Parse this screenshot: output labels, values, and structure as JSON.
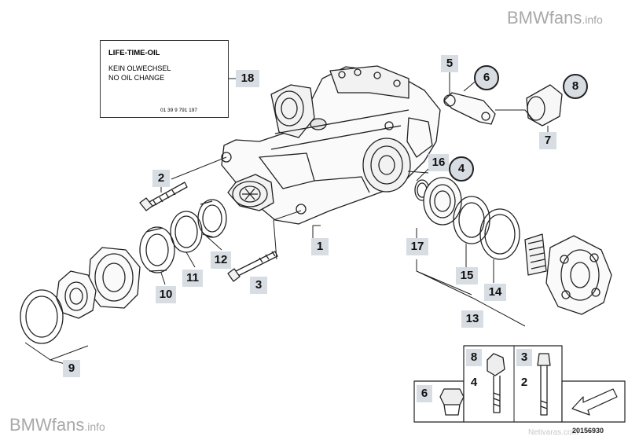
{
  "watermark": {
    "top_brand": "BMWfans",
    "top_suffix": ".info",
    "bottom_brand": "BMWfans",
    "bottom_suffix": ".info",
    "bottom_right": "Netivaras.com"
  },
  "oil_label": {
    "title": "LIFE-TIME-OIL",
    "line1": "KEIN OLWECHSEL",
    "line2": "NO OIL CHANGE",
    "part_number": "01 39 9 791 197"
  },
  "callouts": {
    "c1": "1",
    "c2": "2",
    "c3": "3",
    "c5": "5",
    "c7": "7",
    "c9": "9",
    "c10": "10",
    "c11": "11",
    "c12": "12",
    "c13": "13",
    "c14": "14",
    "c15": "15",
    "c16": "16",
    "c17": "17",
    "c18": "18"
  },
  "circled": {
    "c4": "4",
    "c6": "6",
    "c8": "8"
  },
  "fastener_legend": {
    "col1_top": "8",
    "col1_bottom": "4",
    "col2_top": "3",
    "col2_bottom": "2",
    "nut_label": "6"
  },
  "diagram_number": "20156930"
}
